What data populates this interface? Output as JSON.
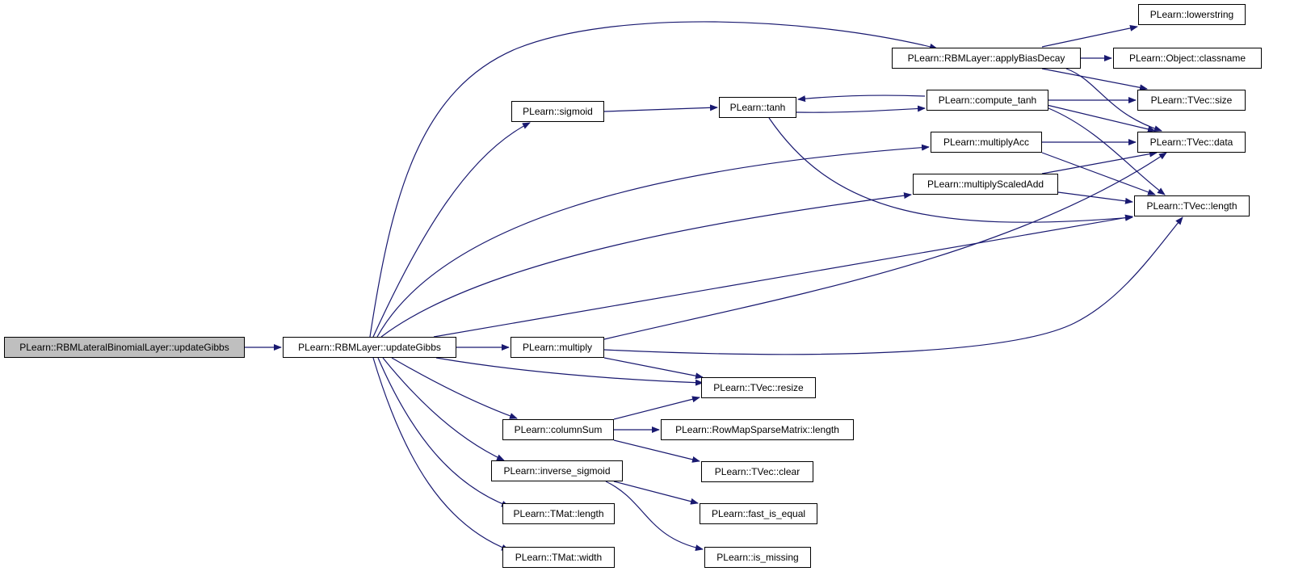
{
  "graph": {
    "edge_color": "#191970",
    "root_fill": "#bfbfbf",
    "nodes": {
      "root": "PLearn::RBMLateralBinomialLayer::updateGibbs",
      "rbm_update": "PLearn::RBMLayer::updateGibbs",
      "apply_bias": "PLearn::RBMLayer::applyBiasDecay",
      "lowerstring": "PLearn::lowerstring",
      "classname": "PLearn::Object::classname",
      "tvec_size": "PLearn::TVec::size",
      "sigmoid": "PLearn::sigmoid",
      "tanh": "PLearn::tanh",
      "compute_tanh": "PLearn::compute_tanh",
      "tvec_data": "PLearn::TVec::data",
      "multiply_acc": "PLearn::multiplyAcc",
      "multiply_scaled": "PLearn::multiplyScaledAdd",
      "tvec_length": "PLearn::TVec::length",
      "multiply": "PLearn::multiply",
      "tvec_resize": "PLearn::TVec::resize",
      "column_sum": "PLearn::columnSum",
      "rowmap_length": "PLearn::RowMapSparseMatrix::length",
      "tvec_clear": "PLearn::TVec::clear",
      "inverse_sigmoid": "PLearn::inverse_sigmoid",
      "fast_is_equal": "PLearn::fast_is_equal",
      "tmat_length": "PLearn::TMat::length",
      "is_missing": "PLearn::is_missing",
      "tmat_width": "PLearn::TMat::width"
    }
  }
}
